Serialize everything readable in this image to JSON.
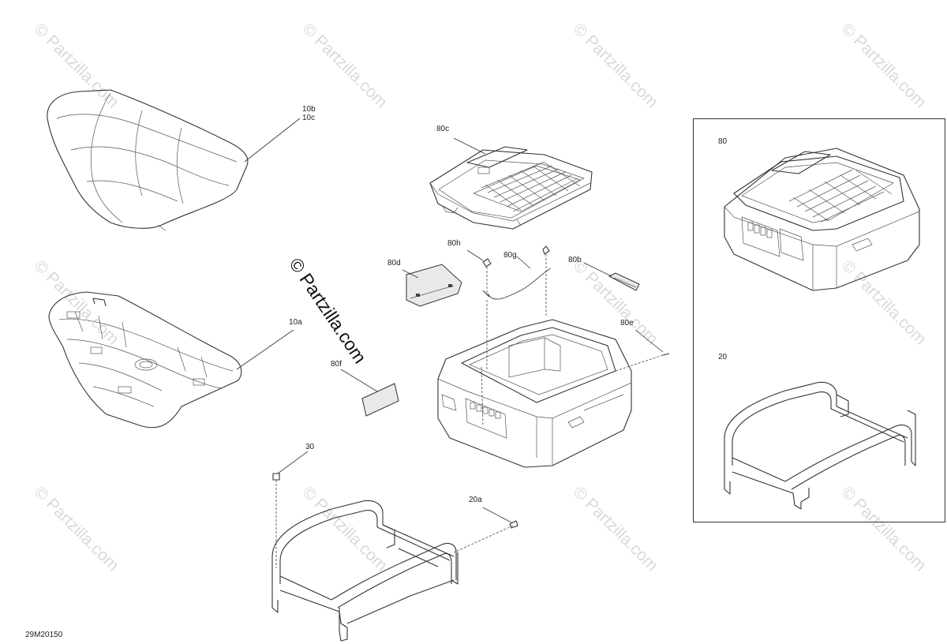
{
  "watermark": {
    "text": "© Partzilla.com",
    "center_text": "© Partzilla.com"
  },
  "diagram_code": "29M20150",
  "callouts": {
    "c10b": "10b",
    "c10c": "10c",
    "c10a": "10a",
    "c80c": "80c",
    "c80h": "80h",
    "c80g": "80g",
    "c80d": "80d",
    "c80b": "80b",
    "c80e": "80e",
    "c80f": "80f",
    "c30": "30",
    "c20a": "20a",
    "c80": "80",
    "c20": "20"
  },
  "icons": {
    "seat": "seat-cushion-icon",
    "seat_base": "seat-base-icon",
    "lid": "storage-box-lid-icon",
    "box": "storage-box-icon",
    "frame": "seat-frame-icon"
  }
}
